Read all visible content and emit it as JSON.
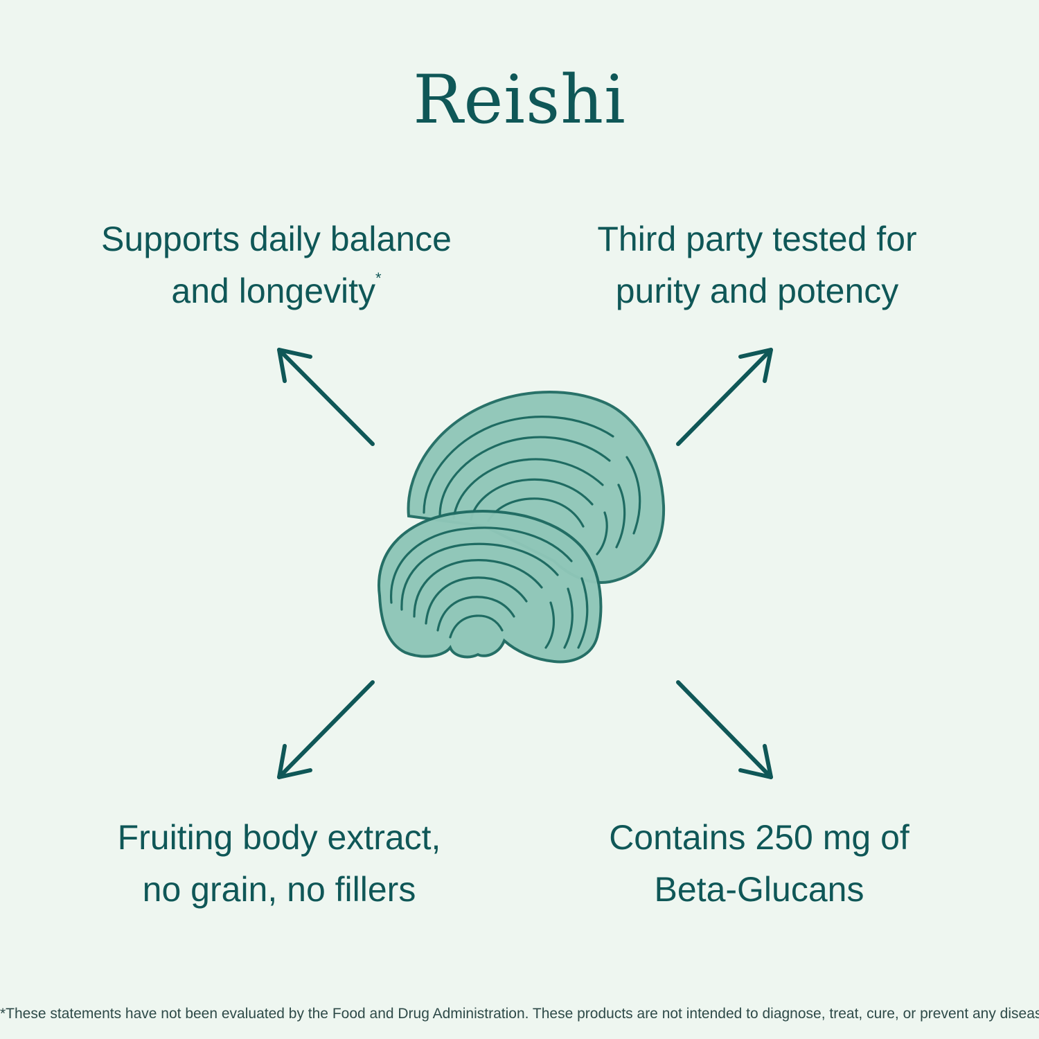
{
  "title": "Reishi",
  "features": {
    "top_left": {
      "line1": "Supports daily balance",
      "line2": "and longevity",
      "footnote_mark": "*"
    },
    "top_right": {
      "line1": "Third party tested for",
      "line2": "purity and potency"
    },
    "bottom_left": {
      "line1": "Fruiting body extract,",
      "line2": "no grain, no fillers"
    },
    "bottom_right": {
      "line1": "Contains 250 mg of",
      "line2": "Beta-Glucans"
    }
  },
  "illustration": {
    "icon": "reishi-mushroom-icon",
    "arrows": [
      "arrow-up-left-icon",
      "arrow-up-right-icon",
      "arrow-down-left-icon",
      "arrow-down-right-icon"
    ]
  },
  "disclaimer": "*These statements have not been evaluated by the Food and Drug Administration. These products are not intended to diagnose, treat, cure, or prevent any disease.",
  "colors": {
    "background": "#eef6f0",
    "text": "#0f5757",
    "arrow": "#0f5757",
    "mushroom_fill": "#7fbfb0",
    "mushroom_stroke": "#1f6b62"
  }
}
